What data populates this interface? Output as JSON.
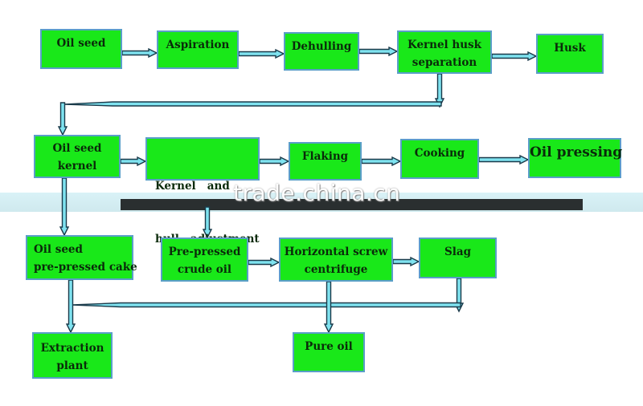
{
  "nodes": {
    "oil_seed": [
      "Oil seed"
    ],
    "aspiration": [
      "Aspiration"
    ],
    "dehulling": [
      "Dehulling"
    ],
    "kernel_husk_separation": [
      "Kernel husk",
      "separation"
    ],
    "husk": [
      "Husk"
    ],
    "oil_seed_kernel": [
      "Oil seed",
      "kernel"
    ],
    "kernel_hull_adjustment": [
      "Kernel   and",
      "hull   adjustment"
    ],
    "flaking": [
      "Flaking"
    ],
    "cooking": [
      "Cooking"
    ],
    "oil_pressing": [
      "Oil pressing"
    ],
    "oil_seed_prepressed_cake": [
      "Oil seed",
      "pre-pressed cake"
    ],
    "prepressed_crude_oil": [
      "Pre-pressed",
      "crude oil"
    ],
    "horizontal_screw_centrifuge": [
      "Horizontal screw",
      "centrifuge"
    ],
    "slag": [
      "Slag"
    ],
    "extraction_plant": [
      "Extraction",
      "plant"
    ],
    "pure_oil": [
      "Pure oil"
    ]
  },
  "watermark": "trade.china.cn",
  "colors": {
    "node_fill": "#19e819",
    "node_border": "#5a9ec8",
    "arrow": "#7fe3f0",
    "arrow_outline": "#1a3a4a"
  }
}
